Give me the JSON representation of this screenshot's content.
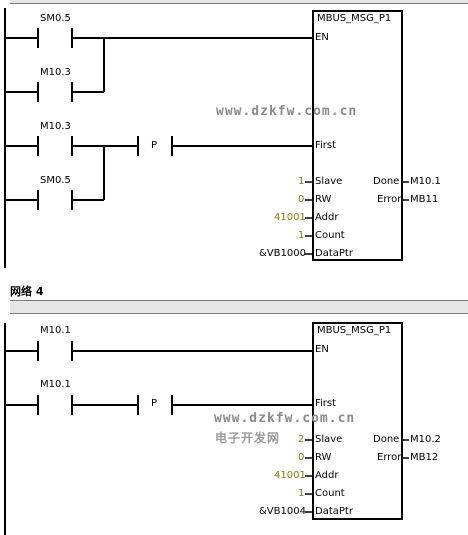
{
  "networks": [
    {
      "title": "",
      "block": {
        "name": "MBUS_MSG_P1",
        "inputs": {
          "en": "EN",
          "first": "First",
          "slave": "Slave",
          "rw": "RW",
          "addr": "Addr",
          "count": "Count",
          "dataptr": "DataPtr"
        },
        "outputs": {
          "done": "Done",
          "error": "Error"
        }
      },
      "contacts": {
        "en_main": "SM0.5",
        "en_parallel": "M10.3",
        "first_main": "M10.3",
        "first_parallel": "SM0.5",
        "pulse": "P"
      },
      "values": {
        "slave": "1",
        "rw": "0",
        "addr": "41001",
        "count": "1",
        "dataptr": "&VB1000",
        "done": "M10.1",
        "error": "MB11"
      }
    },
    {
      "title": "网络 4",
      "block": {
        "name": "MBUS_MSG_P1",
        "inputs": {
          "en": "EN",
          "first": "First",
          "slave": "Slave",
          "rw": "RW",
          "addr": "Addr",
          "count": "Count",
          "dataptr": "DataPtr"
        },
        "outputs": {
          "done": "Done",
          "error": "Error"
        }
      },
      "contacts": {
        "en_main": "M10.1",
        "first_main": "M10.1",
        "pulse": "P"
      },
      "values": {
        "slave": "2",
        "rw": "0",
        "addr": "41001",
        "count": "1",
        "dataptr": "&VB1004",
        "done": "M10.2",
        "error": "MB12"
      }
    }
  ],
  "watermarks": {
    "url1": "www.dzkfw.com.cn",
    "url2": "www.dzkfw.com.cn",
    "site_name": "电子开发网"
  },
  "colors": {
    "value_text": "#808000",
    "background": "#ffffff",
    "header_bar": "#e6e6e6"
  }
}
